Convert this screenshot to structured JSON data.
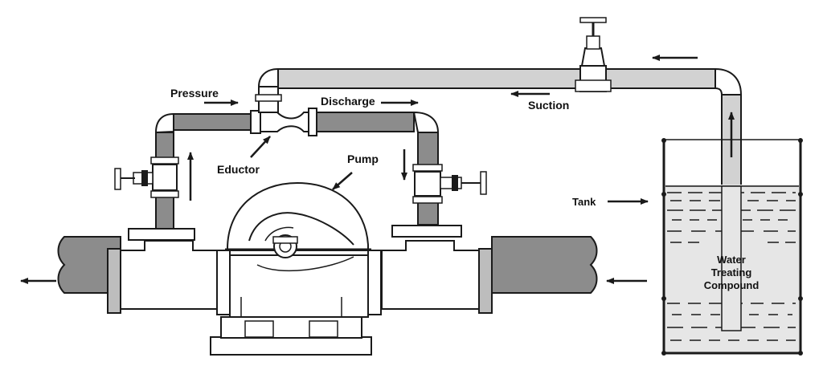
{
  "labels": {
    "pressure": "Pressure",
    "discharge": "Discharge",
    "suction": "Suction",
    "eductor": "Eductor",
    "pump": "Pump",
    "tank": "Tank",
    "compound_line1": "Water",
    "compound_line2": "Treating",
    "compound_line3": "Compound"
  },
  "colors": {
    "pipe_dark": "#8c8c8c",
    "pipe_light": "#d2d2d2",
    "outline": "#1a1a1a",
    "liquid": "#e6e6e6"
  }
}
